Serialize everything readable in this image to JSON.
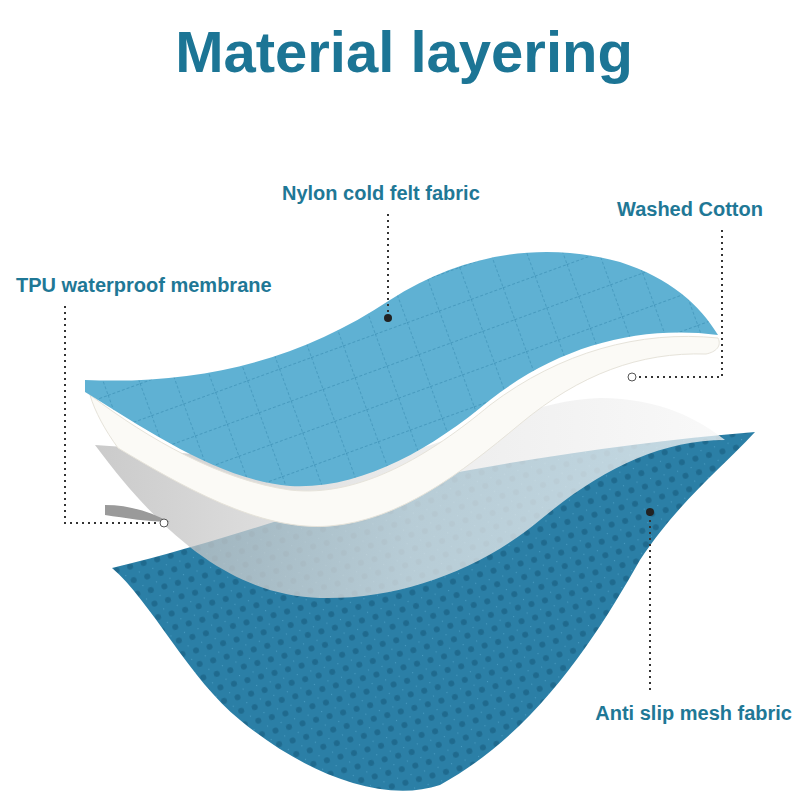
{
  "diagram": {
    "title": "Material layering",
    "labels": [
      "Nylon cold felt fabric",
      "Washed Cotton",
      "TPU waterproof membrane",
      "Anti slip mesh fabric"
    ]
  }
}
